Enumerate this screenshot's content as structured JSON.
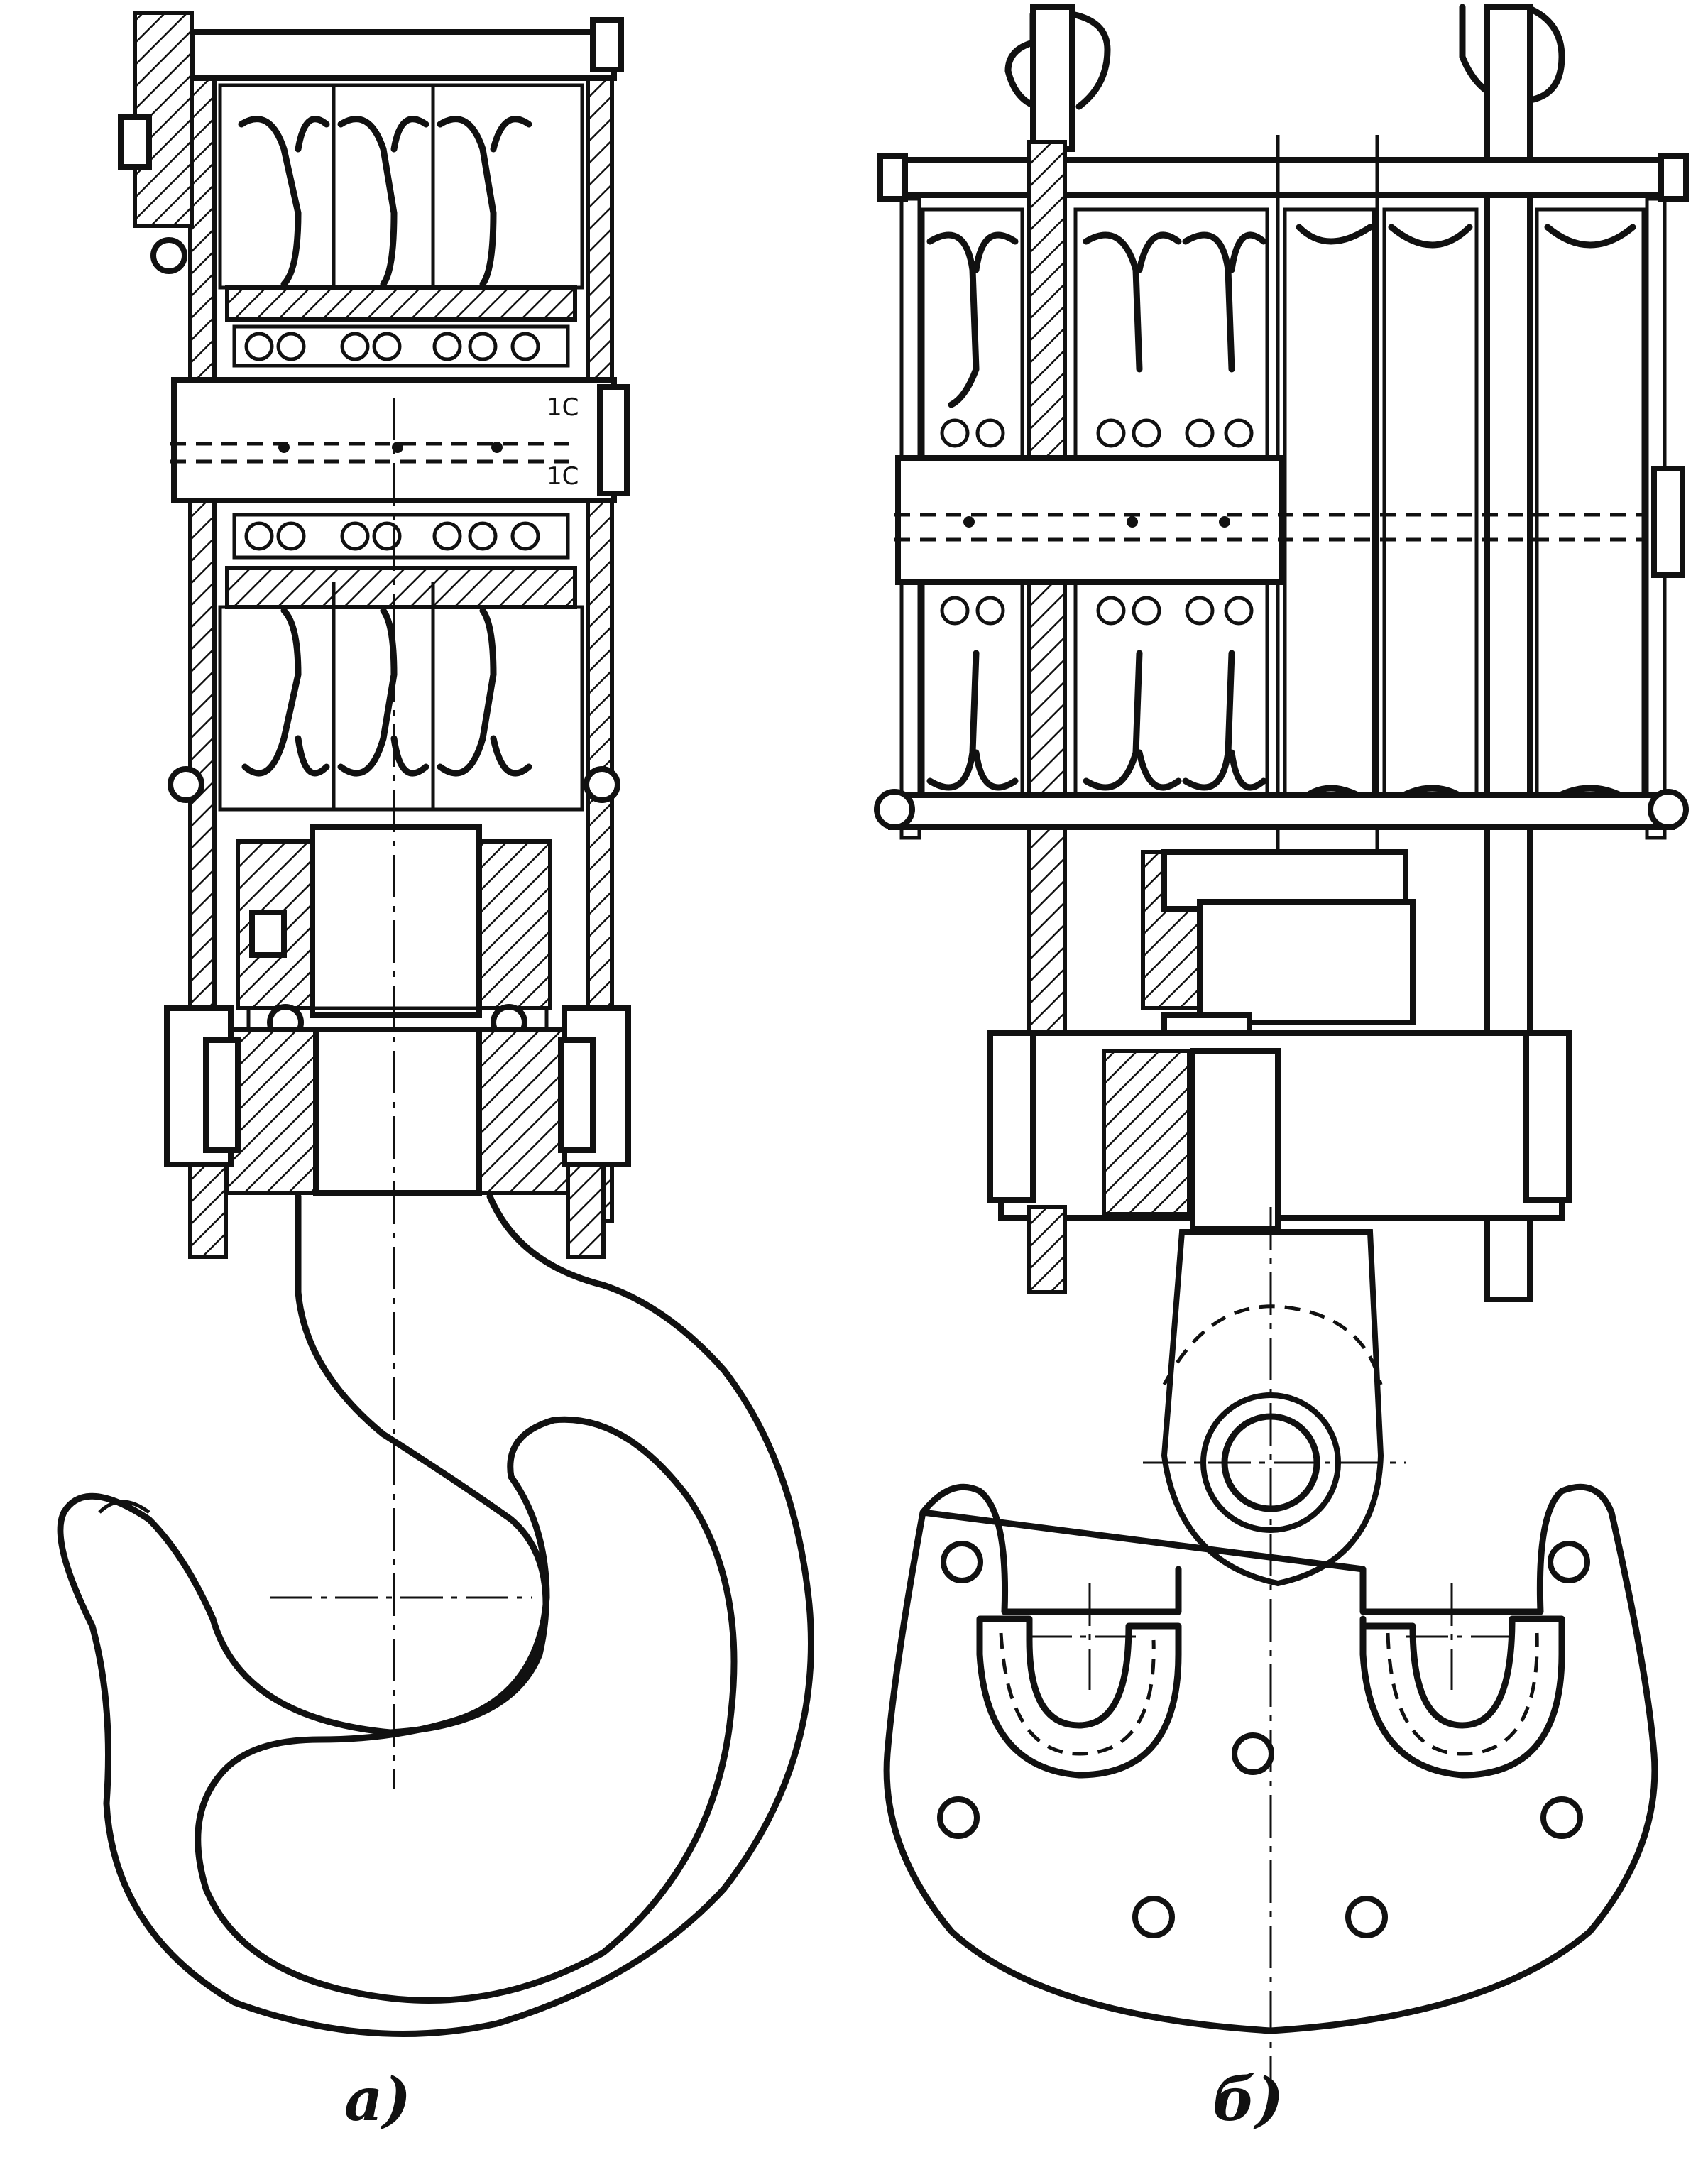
{
  "figure": {
    "captions": {
      "a": "а)",
      "b": "б)"
    },
    "annotations": {
      "shaft_mark_upper": "1С",
      "shaft_mark_lower": "1С"
    }
  },
  "colors": {
    "line": "#111111",
    "background": "#ffffff"
  }
}
